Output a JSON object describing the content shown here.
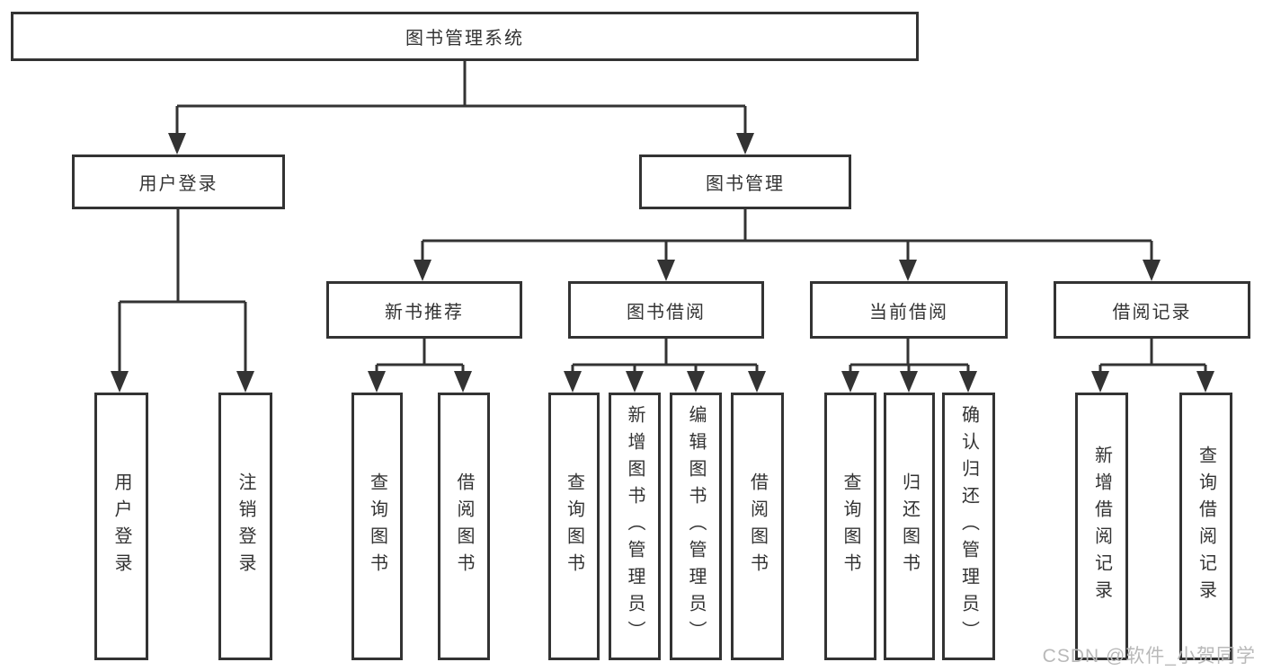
{
  "page": {
    "background": "#ffffff",
    "line_color": "#333333",
    "text_color": "#333333"
  },
  "watermark": {
    "text": "CSDN @软件_小贺同学",
    "color": "#b9b9b9"
  },
  "tree": {
    "root": {
      "label": "图书管理系统"
    },
    "user_login": {
      "label": "用户登录",
      "children": [
        {
          "label": "用户登录"
        },
        {
          "label": "注销登录"
        }
      ]
    },
    "book_mgmt": {
      "label": "图书管理",
      "sections": [
        {
          "label": "新书推荐",
          "children": [
            {
              "label": "查询图书"
            },
            {
              "label": "借阅图书"
            }
          ]
        },
        {
          "label": "图书借阅",
          "children": [
            {
              "label": "查询图书"
            },
            {
              "label": "新增图书（管理员）"
            },
            {
              "label": "编辑图书（管理员）"
            },
            {
              "label": "借阅图书"
            }
          ]
        },
        {
          "label": "当前借阅",
          "children": [
            {
              "label": "查询图书"
            },
            {
              "label": "归还图书"
            },
            {
              "label": "确认归还（管理员）"
            }
          ]
        },
        {
          "label": "借阅记录",
          "children": [
            {
              "label": "新增借阅记录"
            },
            {
              "label": "查询借阅记录"
            }
          ]
        }
      ]
    }
  }
}
